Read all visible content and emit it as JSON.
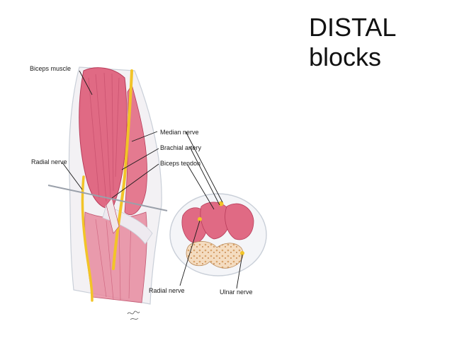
{
  "slide": {
    "title_line1": "DISTAL",
    "title_line2": "blocks"
  },
  "diagram": {
    "labels": {
      "biceps_muscle": "Biceps muscle",
      "radial_nerve_left": "Radial nerve",
      "median_nerve": "Median nerve",
      "brachial_artery": "Brachial artery",
      "biceps_tendon": "Biceps tendon",
      "radial_nerve_bottom": "Radial nerve",
      "ulnar_nerve": "Ulnar nerve"
    },
    "colors": {
      "muscle": "#e06a84",
      "muscle_dark": "#b83c5a",
      "nerve": "#f2c428",
      "bone": "#f4dcc0",
      "bone_spots": "#d9a36a",
      "skin_outline": "#c9cfd8"
    }
  }
}
